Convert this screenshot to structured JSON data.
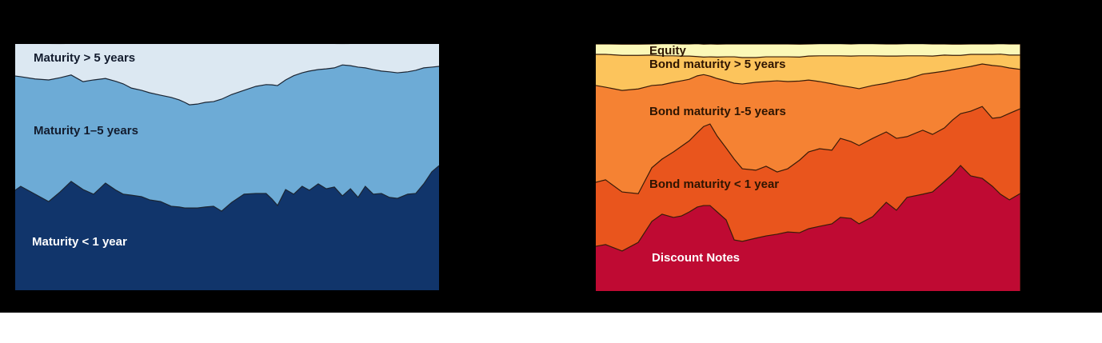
{
  "background": {
    "canvas_color": "#000000",
    "bottom_strip_color": "#ffffff"
  },
  "chart_data": [
    {
      "id": "left-maturity-chart",
      "type": "area",
      "stacked": true,
      "units": "estimated share of total, percent (100% stacked area, no axes shown)",
      "grid": false,
      "legend": "labels drawn inside areas",
      "line_color": "#1b2533",
      "top_border": false,
      "x": [
        0,
        1.3,
        4.7,
        7.9,
        10.6,
        13.2,
        16.0,
        18.5,
        21.3,
        23.8,
        25.5,
        27.4,
        29.8,
        31.7,
        34.3,
        36.8,
        38.7,
        40.0,
        41.1,
        43.0,
        44.9,
        46.8,
        48.7,
        51.1,
        54.0,
        56.8,
        59.2,
        60.6,
        61.9,
        63.8,
        65.7,
        67.7,
        69.4,
        71.5,
        73.4,
        75.3,
        77.2,
        79.1,
        80.9,
        82.6,
        84.5,
        86.4,
        88.3,
        90.2,
        92.6,
        94.5,
        96.4,
        98.3,
        100
      ],
      "series": [
        {
          "name": "Maturity < 1 year",
          "label": "Maturity < 1 year",
          "color": "#11356b",
          "label_color": "#ffffff",
          "values": [
            40.6,
            42.2,
            39.0,
            36.0,
            39.9,
            44.2,
            40.9,
            39.0,
            43.5,
            40.6,
            39.0,
            38.6,
            38.0,
            36.7,
            36.0,
            34.1,
            33.8,
            33.4,
            33.4,
            33.4,
            33.8,
            34.1,
            32.1,
            35.7,
            39.0,
            39.3,
            39.3,
            37.0,
            34.4,
            40.9,
            39.0,
            42.2,
            40.6,
            43.2,
            41.2,
            41.9,
            38.3,
            41.2,
            37.7,
            42.2,
            39.0,
            39.3,
            37.7,
            37.3,
            39.0,
            39.3,
            43.2,
            48.1,
            50.6
          ]
        },
        {
          "name": "Maturity 1–5 years",
          "label": "Maturity 1–5 years",
          "color": "#6dabd6",
          "label_color": "#131c2e",
          "values": [
            46.4,
            44.5,
            46.8,
            49.4,
            46.4,
            43.2,
            43.8,
            46.4,
            42.5,
            44.2,
            44.8,
            43.5,
            43.2,
            43.5,
            43.2,
            44.2,
            43.5,
            42.9,
            41.9,
            42.2,
            42.5,
            42.5,
            45.5,
            43.8,
            42.2,
            43.5,
            44.2,
            46.4,
            48.7,
            44.5,
            48.1,
            46.1,
            48.4,
            46.4,
            48.7,
            48.4,
            53.2,
            50.0,
            52.9,
            48.1,
            50.6,
            49.7,
            51.0,
            51.0,
            49.7,
            50.0,
            47.1,
            42.5,
            40.3
          ]
        },
        {
          "name": "Maturity > 5 years",
          "label": "Maturity > 5 years",
          "color": "#dce8f2",
          "label_color": "#131c2e",
          "values": [
            13.0,
            13.3,
            14.3,
            14.6,
            13.6,
            12.7,
            15.3,
            14.6,
            14.0,
            15.3,
            16.2,
            17.9,
            18.8,
            19.8,
            20.8,
            21.8,
            22.7,
            23.7,
            24.7,
            24.4,
            23.7,
            23.4,
            22.4,
            20.5,
            18.8,
            17.2,
            16.6,
            16.6,
            16.9,
            14.6,
            13.0,
            11.7,
            11.0,
            10.4,
            10.1,
            9.7,
            8.4,
            8.8,
            9.4,
            9.7,
            10.4,
            11.0,
            11.4,
            11.7,
            11.4,
            10.7,
            9.7,
            9.4,
            9.1
          ]
        }
      ]
    },
    {
      "id": "right-bond-chart",
      "type": "area",
      "stacked": true,
      "units": "estimated share of total, percent (100% stacked area, no axes shown)",
      "grid": false,
      "legend": "labels drawn inside areas",
      "line_color": "#3a1c08",
      "top_border": true,
      "x": [
        0,
        2.3,
        6.2,
        10.0,
        13.2,
        15.6,
        18.3,
        20.2,
        22.0,
        23.9,
        25.4,
        26.9,
        28.6,
        30.7,
        32.6,
        34.5,
        37.7,
        40.1,
        42.7,
        45.2,
        48.0,
        50.1,
        52.7,
        55.6,
        57.6,
        60.1,
        62.0,
        65.2,
        68.4,
        70.8,
        73.3,
        77.0,
        79.3,
        82.1,
        84.0,
        85.9,
        88.3,
        91.0,
        93.4,
        95.3,
        97.4,
        100
      ],
      "series": [
        {
          "name": "Discount Notes",
          "label": "Discount Notes",
          "color": "#bf0a33",
          "label_color": "#ffffff",
          "values": [
            18.1,
            18.8,
            16.2,
            19.7,
            28.2,
            31.1,
            29.8,
            30.4,
            32.0,
            34.0,
            34.6,
            34.6,
            32.0,
            28.8,
            20.7,
            20.1,
            21.4,
            22.3,
            23.0,
            23.9,
            23.6,
            25.2,
            26.2,
            27.2,
            29.8,
            29.4,
            27.2,
            30.1,
            35.9,
            32.7,
            37.9,
            39.2,
            40.1,
            44.3,
            47.2,
            50.8,
            46.6,
            45.6,
            42.4,
            39.2,
            36.9,
            39.5
          ]
        },
        {
          "name": "Bond maturity < 1 year",
          "label": "Bond maturity < 1 year",
          "color": "#e9551d",
          "label_color": "#2e1502",
          "values": [
            25.9,
            26.2,
            23.9,
            19.7,
            21.7,
            22.3,
            26.5,
            28.2,
            28.8,
            30.1,
            32.0,
            33.0,
            30.7,
            29.1,
            32.7,
            29.4,
            27.5,
            28.2,
            25.2,
            25.6,
            29.4,
            31.1,
            31.4,
            29.8,
            32.0,
            31.1,
            31.7,
            31.7,
            28.5,
            29.1,
            24.6,
            25.9,
            23.3,
            21.7,
            22.0,
            21.0,
            26.2,
            29.1,
            27.5,
            31.1,
            35.0,
            34.3
          ]
        },
        {
          "name": "Bond maturity 1-5 years",
          "label": "Bond maturity 1-5 years",
          "color": "#f58233",
          "label_color": "#2e1502",
          "values": [
            39.2,
            37.5,
            41.1,
            42.4,
            33.3,
            30.1,
            28.2,
            26.5,
            24.9,
            23.0,
            21.0,
            19.4,
            23.3,
            27.2,
            30.7,
            34.3,
            35.6,
            34.3,
            36.9,
            35.3,
            32.0,
            29.1,
            27.2,
            26.9,
            21.4,
            22.0,
            23.0,
            21.4,
            19.7,
            23.3,
            23.3,
            22.7,
            24.9,
            23.0,
            20.4,
            18.4,
            18.1,
            17.2,
            21.4,
            20.7,
            18.4,
            15.9
          ]
        },
        {
          "name": "Bond maturity > 5 years",
          "label": "Bond maturity > 5 years",
          "color": "#fcc45c",
          "label_color": "#2e1502",
          "values": [
            12.6,
            13.3,
            14.2,
            13.6,
            12.3,
            11.7,
            10.7,
            10.0,
            9.4,
            7.8,
            7.1,
            7.8,
            8.7,
            9.7,
            10.7,
            10.7,
            10.0,
            10.0,
            9.7,
            10.0,
            9.7,
            9.7,
            10.4,
            11.3,
            12.0,
            12.6,
            13.3,
            12.0,
            11.0,
            10.0,
            9.4,
            7.4,
            6.8,
            6.5,
            5.8,
            5.2,
            4.9,
            3.9,
            4.5,
            4.9,
            5.2,
            5.8
          ]
        },
        {
          "name": "Equity",
          "label": "Equity",
          "color": "#fbf8b8",
          "label_color": "#2e1502",
          "values": [
            4.2,
            4.2,
            4.5,
            4.5,
            4.5,
            4.9,
            4.9,
            4.9,
            4.9,
            5.2,
            5.2,
            5.2,
            5.2,
            5.2,
            5.2,
            5.5,
            5.5,
            5.2,
            5.2,
            5.2,
            5.2,
            4.9,
            4.9,
            4.9,
            4.9,
            4.9,
            4.9,
            4.9,
            4.9,
            4.9,
            4.9,
            4.9,
            4.9,
            4.5,
            4.5,
            4.5,
            4.2,
            4.2,
            4.2,
            4.2,
            4.5,
            4.5
          ]
        }
      ]
    }
  ]
}
